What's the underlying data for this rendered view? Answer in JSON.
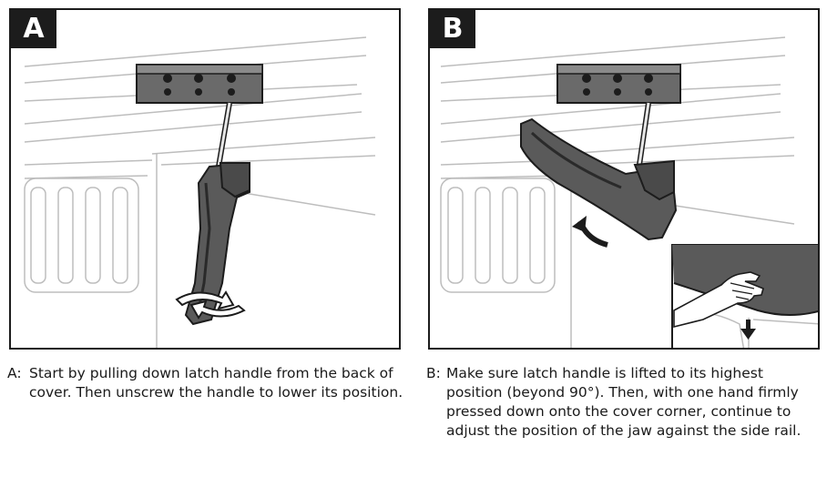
{
  "panel_a": {
    "label": "A",
    "caption_label": "A:",
    "caption_text": "Start by pulling down latch handle from the back of cover. Then unscrew the handle to lower its position."
  },
  "panel_b": {
    "label": "B",
    "caption_label": "B:",
    "caption_text": "Make sure latch handle is lifted to its highest position (beyond 90°). Then, with one hand firmly pressed down onto the cover corner, continue to adjust the position of the jaw against the side rail."
  },
  "colors": {
    "line": "#bdbdbd",
    "handle": "#5a5a5a",
    "outline": "#1c1c1c",
    "badge": "#1c1c1c"
  },
  "icons": [
    "rotate-arrows-icon",
    "curved-arrow-icon",
    "down-arrow-icon",
    "hand-icon"
  ]
}
